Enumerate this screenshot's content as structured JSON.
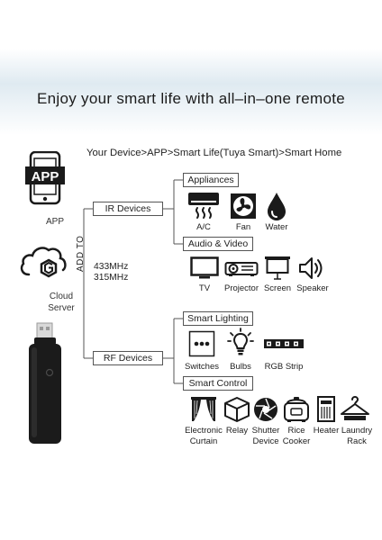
{
  "headline": "Enjoy your smart life with all–in–one remote",
  "path_text": "Your Device>APP>Smart Life(Tuya Smart)>Smart Home",
  "left_column": {
    "app_icon_text": "APP",
    "app_label": "APP",
    "cloud_label_line1": "Cloud",
    "cloud_label_line2": "Server"
  },
  "add_to": "ADD TO",
  "frequencies": {
    "f1": "433MHz",
    "f2": "315MHz"
  },
  "ir_devices": {
    "label": "IR Devices",
    "appliances": {
      "label": "Appliances",
      "items": [
        "A/C",
        "Fan",
        "Water"
      ]
    },
    "audio_video": {
      "label": "Audio & Video",
      "items": [
        "TV",
        "Projector",
        "Screen",
        "Speaker"
      ]
    }
  },
  "rf_devices": {
    "label": "RF Devices",
    "smart_lighting": {
      "label": "Smart Lighting",
      "items": [
        "Switches",
        "Bulbs",
        "RGB Strip"
      ]
    },
    "smart_control": {
      "label": "Smart Control",
      "items": [
        {
          "line1": "Electronic",
          "line2": "Curtain"
        },
        {
          "line1": "Relay",
          "line2": ""
        },
        {
          "line1": "Shutter",
          "line2": "Device"
        },
        {
          "line1": "Rice",
          "line2": "Cooker"
        },
        {
          "line1": "Heater",
          "line2": ""
        },
        {
          "line1": "Laundry",
          "line2": "Rack"
        }
      ]
    }
  },
  "colors": {
    "device_body": "#1b1b1b",
    "line": "#555555",
    "header_band": "#dfeaf1"
  }
}
